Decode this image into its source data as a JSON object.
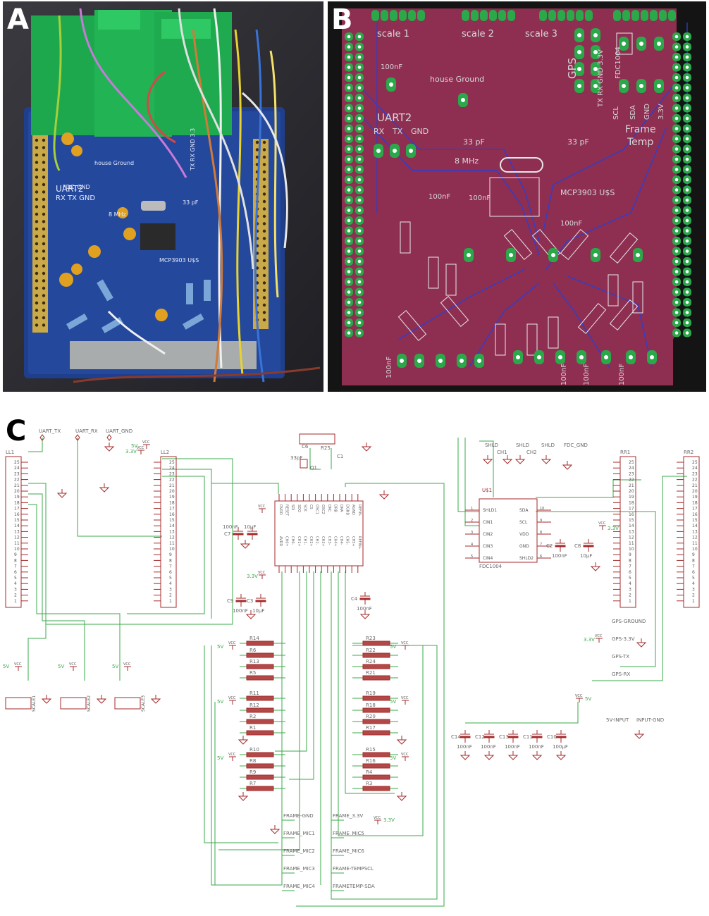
{
  "panels": {
    "a": {
      "letter": "A"
    },
    "b": {
      "letter": "B"
    },
    "c": {
      "letter": "C"
    }
  },
  "photo_labels": {
    "uart2": "UART2",
    "rx_tx_gnd": "RX TX GND",
    "fdc_gnd": "FDC_GND",
    "house_ground": "house Ground",
    "mhz": "8 MHz",
    "pf33": "33 pF",
    "mcp": "MCP3903 U$S",
    "gps_pins": "TX RX GND 3.3"
  },
  "pcb_labels": {
    "scale1": "scale 1",
    "scale2": "scale 2",
    "scale3": "scale 3",
    "nf100_top": "100nF",
    "house_ground": "house Ground",
    "uart2": "UART2",
    "rx": "RX",
    "tx": "TX",
    "gnd": "GND",
    "gps": "GPS",
    "gps_pins": "TX RX GND 3.3V",
    "fdc": "FDC1004",
    "scl": "SCL",
    "sda": "SDA",
    "gnd2": "GND",
    "v33": "3.3V",
    "frame": "Frame",
    "temp": "Temp",
    "pf33_left": "33 pF",
    "pf33_right": "33 pF",
    "mhz": "8 MHz",
    "mcp": "MCP3903 U$S",
    "nf100_a": "100nF",
    "nf100_b": "100nF",
    "nf100_c": "100nF",
    "nf100_d": "100nF",
    "nf100_e": "100nF",
    "nf100_f": "100nF",
    "nf100_g": "100nF"
  },
  "schematic": {
    "uart_tx": "UART_TX",
    "uart_rx": "UART_RX",
    "uart_gnd": "UART_GND",
    "ll1": "LL1",
    "ll2": "LL2",
    "rr1": "RR1",
    "rr2": "RR2",
    "header_pins": [
      "25",
      "24",
      "23",
      "22",
      "21",
      "20",
      "19",
      "18",
      "17",
      "16",
      "15",
      "14",
      "13",
      "12",
      "11",
      "10",
      "9",
      "8",
      "7",
      "6",
      "5",
      "4",
      "3",
      "2",
      "1"
    ],
    "v33": "3.3V",
    "v5": "5V",
    "vcc": "VCC",
    "scale1": "SCALE1",
    "scale2": "SCALE2",
    "scale3": "SCALE3",
    "c6": "C6",
    "r25": "R25",
    "c1": "C1",
    "q1": "Q1",
    "pf33": "33pF",
    "c7": "C7",
    "c9": "C9",
    "c3": "C3",
    "c4": "C4",
    "nf100": "100nF",
    "uf10": "10µF",
    "mcp_top_pins": [
      "DVDD",
      "RESET",
      "SDI",
      "SDO",
      "SCK",
      "CS",
      "OSC1",
      "OSC2",
      "DRC",
      "DRB",
      "DRA",
      "DGND",
      "AGND",
      "REFIN-"
    ],
    "mcp_bottom_pins": [
      "AVDD",
      "CH0+",
      "CH0-",
      "CH1+",
      "CH1-",
      "CH2+",
      "CH2-",
      "CH3+",
      "CH3-",
      "CH4+",
      "CH4-",
      "CH5-",
      "CH5+",
      "REFIN+"
    ],
    "resistors_left": [
      "R14",
      "R6",
      "R13",
      "R5",
      "R11",
      "R12",
      "R2",
      "R1",
      "R10",
      "R8",
      "R9",
      "R7"
    ],
    "resistors_right": [
      "R23",
      "R22",
      "R24",
      "R21",
      "R19",
      "R18",
      "R20",
      "R17",
      "R15",
      "R16",
      "R4",
      "R3"
    ],
    "frame_left": [
      "FRAME-GND",
      "FRAME_MIC1",
      "FRAME_MIC2",
      "FRAME_MIC3",
      "FRAME_MIC4"
    ],
    "frame_right": [
      "FRAME_3.3V",
      "FRAME_MIC5",
      "FRAME_MIC6",
      "FRAME-TEMPSCL",
      "FRAMETEMP-SDA"
    ],
    "shld": "SHLD",
    "ch1": "CH1",
    "ch2": "CH2",
    "fdc_gnd": "FDC_GND",
    "us1": "U$1",
    "fdc_left_pins": [
      "SHLD1",
      "CIN1",
      "CIN2",
      "CIN3",
      "CIN4"
    ],
    "fdc_right_pins": [
      "SDA",
      "SCL",
      "VDD",
      "GND",
      "SHLD2"
    ],
    "fdc_left_nums": [
      "1",
      "2",
      "3",
      "4",
      "5"
    ],
    "fdc_right_nums": [
      "10",
      "9",
      "8",
      "7",
      "6"
    ],
    "fdc_name": "FDC1004",
    "c2": "C2",
    "c8": "C8",
    "gps_ground": "GPS-GROUND",
    "gps_33": "GPS-3.3V",
    "gps_tx": "GPS-TX",
    "gps_rx": "GPS-RX",
    "c14": "C14",
    "c12": "C12",
    "c13": "C13",
    "c11": "C11",
    "c10": "C10",
    "uf100": "100µF",
    "input_5v": "5V-INPUT",
    "input_gnd": "INPUT-GND"
  }
}
